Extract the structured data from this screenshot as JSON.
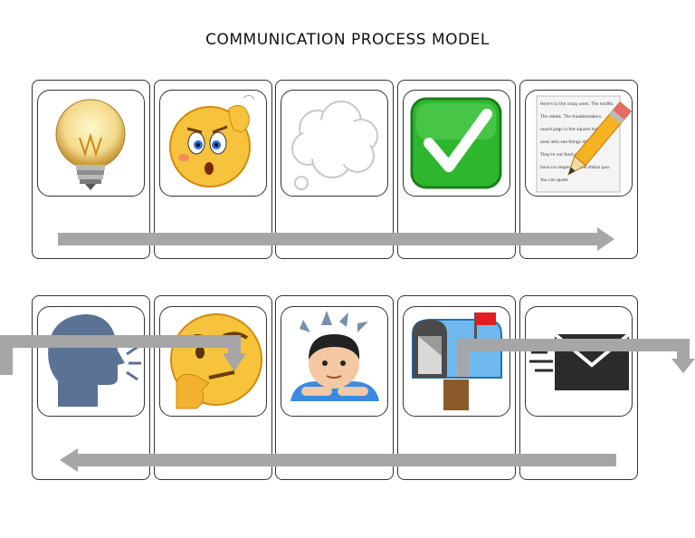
{
  "title": "COMMUNICATION PROCESS MODEL",
  "rows": [
    {
      "direction": "left-to-right",
      "steps": [
        {
          "id": "idea",
          "icon": "lightbulb-icon"
        },
        {
          "id": "confused",
          "icon": "confused-face-icon"
        },
        {
          "id": "thought",
          "icon": "thought-bubble-icon"
        },
        {
          "id": "approve",
          "icon": "check-mark-icon"
        },
        {
          "id": "write",
          "icon": "pencil-paper-icon"
        }
      ]
    },
    {
      "direction": "right-to-left",
      "steps": [
        {
          "id": "speak",
          "icon": "speaking-head-icon"
        },
        {
          "id": "think",
          "icon": "thinking-face-icon"
        },
        {
          "id": "receive",
          "icon": "person-bowing-icon"
        },
        {
          "id": "mailbox",
          "icon": "mailbox-icon"
        },
        {
          "id": "send",
          "icon": "envelope-icon"
        }
      ]
    }
  ],
  "document_text": [
    "Here's to the crazy ones. The misfits.",
    "The rebels. The troublemakers.",
    "round pegs in the square holes.",
    "ones who see things differently.",
    "They're not fond of rules.",
    "have no respect for the status quo.",
    "You can quote"
  ],
  "colors": {
    "arrow": "#a6a6a6",
    "border": "#333333",
    "check_green": "#2fb62f",
    "emoji_yellow": "#f7c33c"
  }
}
